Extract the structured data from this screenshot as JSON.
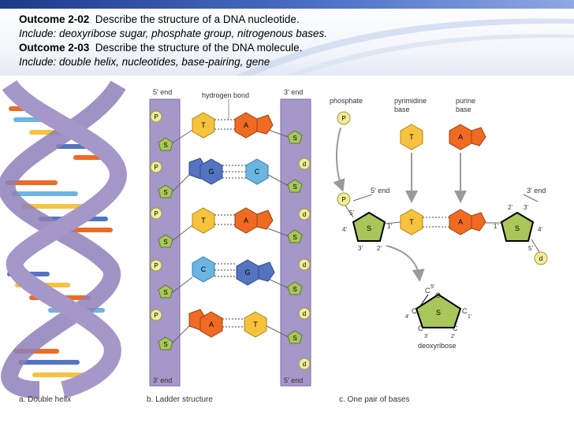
{
  "header": {
    "line1_code": "Outcome 2-02",
    "line1_text": "Describe the structure of a DNA nucleotide.",
    "line2": "Include: deoxyribose sugar, phosphate group, nitrogenous bases.",
    "line3_code": "Outcome 2-03",
    "line3_text": "Describe the structure of the DNA molecule.",
    "line4": "Include: double helix, nucleotides, base-pairing, gene"
  },
  "panel_a": {
    "caption": "a. Double helix"
  },
  "panel_b": {
    "caption": "b. Ladder structure",
    "left_top": "5' end",
    "right_top": "3' end",
    "left_bottom": "3' end",
    "right_bottom": "5' end",
    "hydrogen_bond": "hydrogen bond",
    "pairs": [
      {
        "left": "T",
        "right": "A"
      },
      {
        "left": "G",
        "right": "C"
      },
      {
        "left": "T",
        "right": "A"
      },
      {
        "left": "C",
        "right": "G"
      },
      {
        "left": "A",
        "right": "T"
      }
    ],
    "phosphate": "P",
    "sugar": "S",
    "deoxy": "d"
  },
  "panel_c": {
    "caption": "c. One pair of bases",
    "phosphate_label": "phosphate",
    "pyrimidine_label_1": "pyrimidine",
    "pyrimidine_label_2": "base",
    "purine_label_1": "purine",
    "purine_label_2": "base",
    "five_end": "5' end",
    "three_end": "3' end",
    "P": "P",
    "T": "T",
    "A": "A",
    "S": "S",
    "d": "d",
    "p5": "5'",
    "p4": "4'",
    "p3": "3'",
    "p2": "2'",
    "p1": "1'",
    "deoxyribose": "deoxyribose",
    "C": "C",
    "O": "O"
  },
  "colors": {
    "backbone": "#a597c8",
    "thymine": "#f7c23d",
    "adenine": "#ef6a22",
    "guanine": "#5474c0",
    "cytosine": "#6cb5e3",
    "sugar": "#a8c65a",
    "phosphate": "#f1ec9a"
  }
}
